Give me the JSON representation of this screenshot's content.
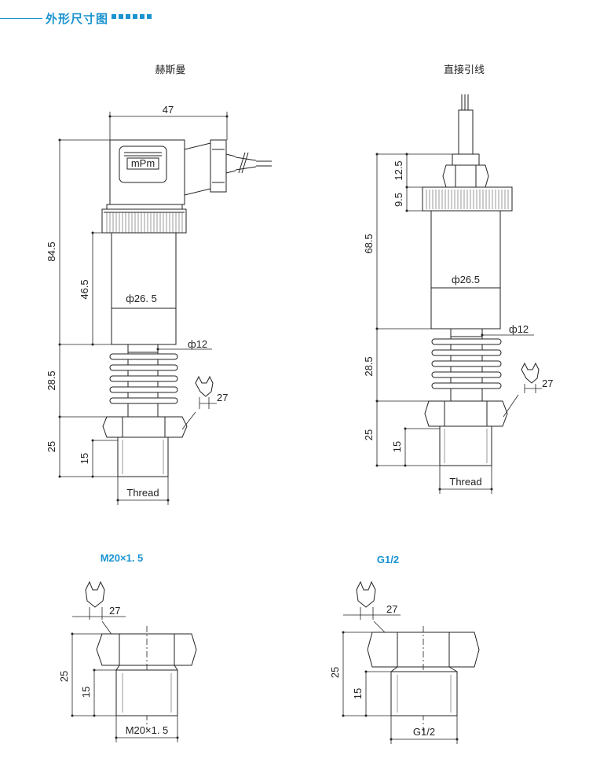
{
  "header": {
    "title": "外形尺寸图"
  },
  "views": {
    "hirschmann": {
      "title": "赫斯曼",
      "brand": "mPm",
      "dim_width": "47",
      "dim_total_height": "84.5",
      "dim_body_height": "46.5",
      "dim_body_dia": "ф26. 5",
      "dim_neck_dia": "ф12",
      "dim_fin_height": "28.5",
      "dim_wrench": "27",
      "dim_hex_height": "25",
      "dim_thread_height": "15",
      "thread_label": "Thread"
    },
    "direct_lead": {
      "title": "直接引线",
      "dim_nut_height": "12.5",
      "dim_cap_height": "9.5",
      "dim_total_height": "68.5",
      "dim_body_dia": "ф26.5",
      "dim_neck_dia": "ф12",
      "dim_fin_height": "28.5",
      "dim_wrench": "27",
      "dim_hex_height": "25",
      "dim_thread_height": "15",
      "thread_label": "Thread"
    },
    "m20": {
      "title": "M20×1. 5",
      "dim_wrench": "27",
      "dim_hex_height": "25",
      "dim_thread_height": "15",
      "thread_label": "M20×1. 5"
    },
    "g12": {
      "title": "G1/2",
      "dim_wrench": "27",
      "dim_hex_height": "25",
      "dim_thread_height": "15",
      "thread_label": "G1/2"
    }
  }
}
